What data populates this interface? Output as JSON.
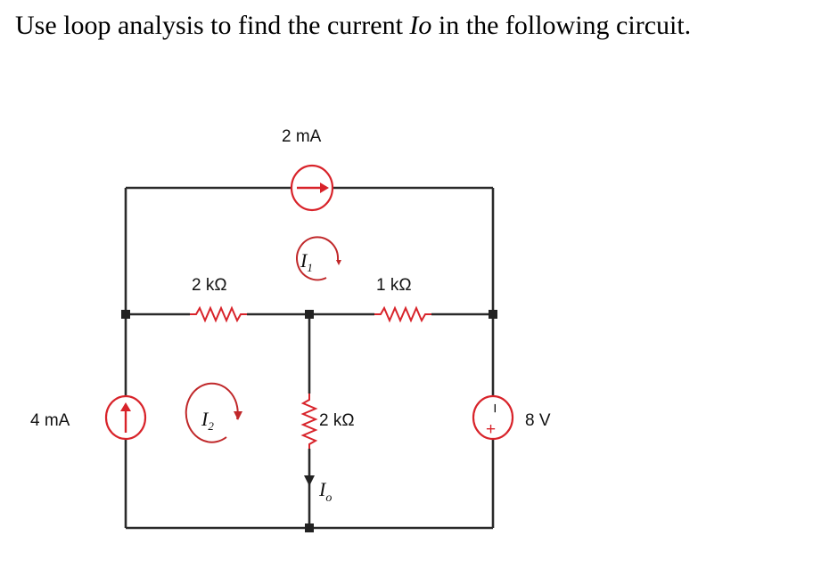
{
  "question": {
    "prefix": "Use loop analysis to find the current ",
    "var_main": "I",
    "var_sub": "o",
    "suffix": " in the following circuit."
  },
  "circuit": {
    "top_source_label": "2 mA",
    "left_source_label": "4 mA",
    "left_resistor_label": "2 kΩ",
    "right_resistor_label": "1 kΩ",
    "middle_resistor_label": "2 kΩ",
    "voltage_source_label": "8 V",
    "mesh1_main": "I",
    "mesh1_sub": "1",
    "mesh2_main": "I",
    "mesh2_sub": "2",
    "io_main": "I",
    "io_sub": "o",
    "plus_sign": "+",
    "minus_sign": "−"
  }
}
